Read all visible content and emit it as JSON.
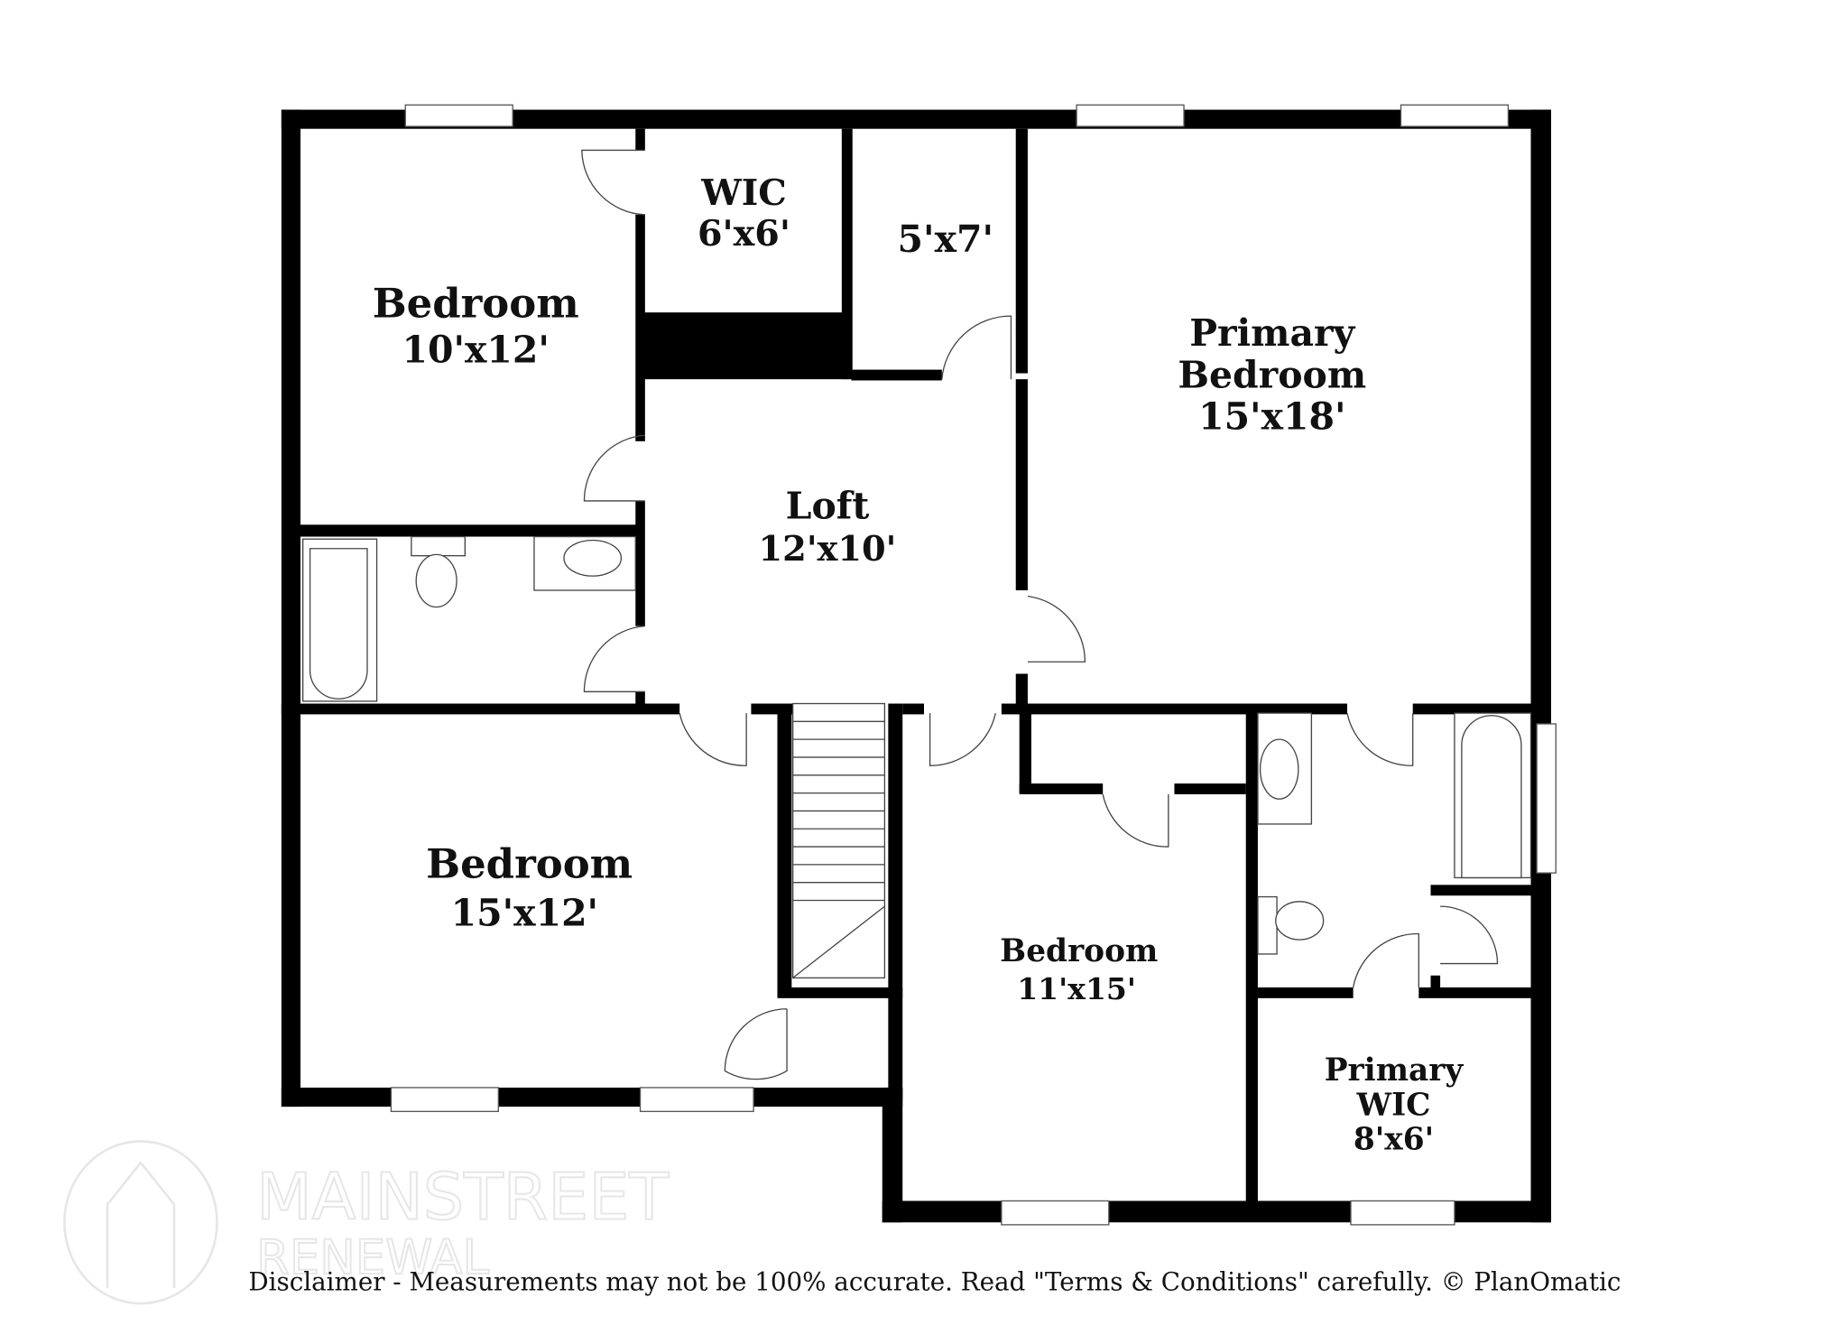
{
  "floorplan": {
    "rooms": [
      {
        "name": "Bedroom",
        "size": "10'x12'"
      },
      {
        "name": "WIC",
        "size": "6'x6'"
      },
      {
        "name": "",
        "size": "5'x7'"
      },
      {
        "name_line1": "Primary",
        "name_line2": "Bedroom",
        "size": "15'x18'"
      },
      {
        "name": "Loft",
        "size": "12'x10'"
      },
      {
        "name": "Bedroom",
        "size": "15'x12'"
      },
      {
        "name": "Bedroom",
        "size": "11'x15'"
      },
      {
        "name_line1": "Primary",
        "name_line2": "WIC",
        "size": "8'x6'"
      }
    ],
    "wall_color": "#000000"
  },
  "watermark": {
    "line1": "MAINSTREET",
    "line2": "RENEWAL"
  },
  "disclaimer": "Disclaimer - Measurements may not be 100% accurate. Read \"Terms & Conditions\" carefully. © PlanOmatic"
}
